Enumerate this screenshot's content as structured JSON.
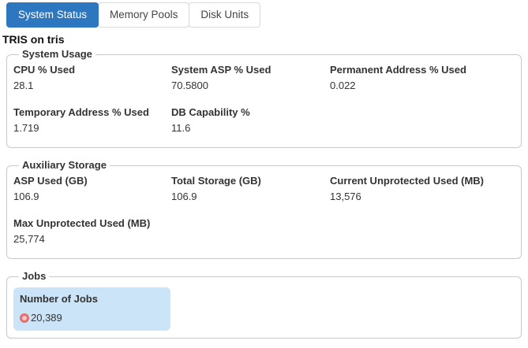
{
  "tabs": [
    {
      "label": "System Status",
      "active": true
    },
    {
      "label": "Memory Pools",
      "active": false
    },
    {
      "label": "Disk Units",
      "active": false
    }
  ],
  "page_title": "TRIS on tris",
  "sections": [
    {
      "legend": "System Usage",
      "fields": [
        {
          "label": "CPU % Used",
          "value": "28.1"
        },
        {
          "label": "System ASP % Used",
          "value": "70.5800"
        },
        {
          "label": "Permanent Address % Used",
          "value": "0.022"
        },
        {
          "label": "Temporary Address % Used",
          "value": "1.719"
        },
        {
          "label": "DB Capability %",
          "value": "11.6"
        }
      ]
    },
    {
      "legend": "Auxiliary Storage",
      "fields": [
        {
          "label": "ASP Used (GB)",
          "value": "106.9"
        },
        {
          "label": "Total Storage (GB)",
          "value": "106.9"
        },
        {
          "label": "Current Unprotected Used (MB)",
          "value": "13,576"
        },
        {
          "label": "Max Unprotected Used (MB)",
          "value": "25,774"
        }
      ]
    },
    {
      "legend": "Jobs",
      "card": {
        "label": "Number of Jobs",
        "value": "20,389",
        "icon": "status-ring-icon"
      }
    }
  ],
  "colors": {
    "active_tab_blue": "#2d76c0",
    "tab_border": "#d9d9d9",
    "fieldset_border": "#c9c9c9",
    "jobs_card_bg": "#cce4f7",
    "ring_border": "#e4706d",
    "ring_fill": "#f5c4c6",
    "text": "#333333"
  }
}
